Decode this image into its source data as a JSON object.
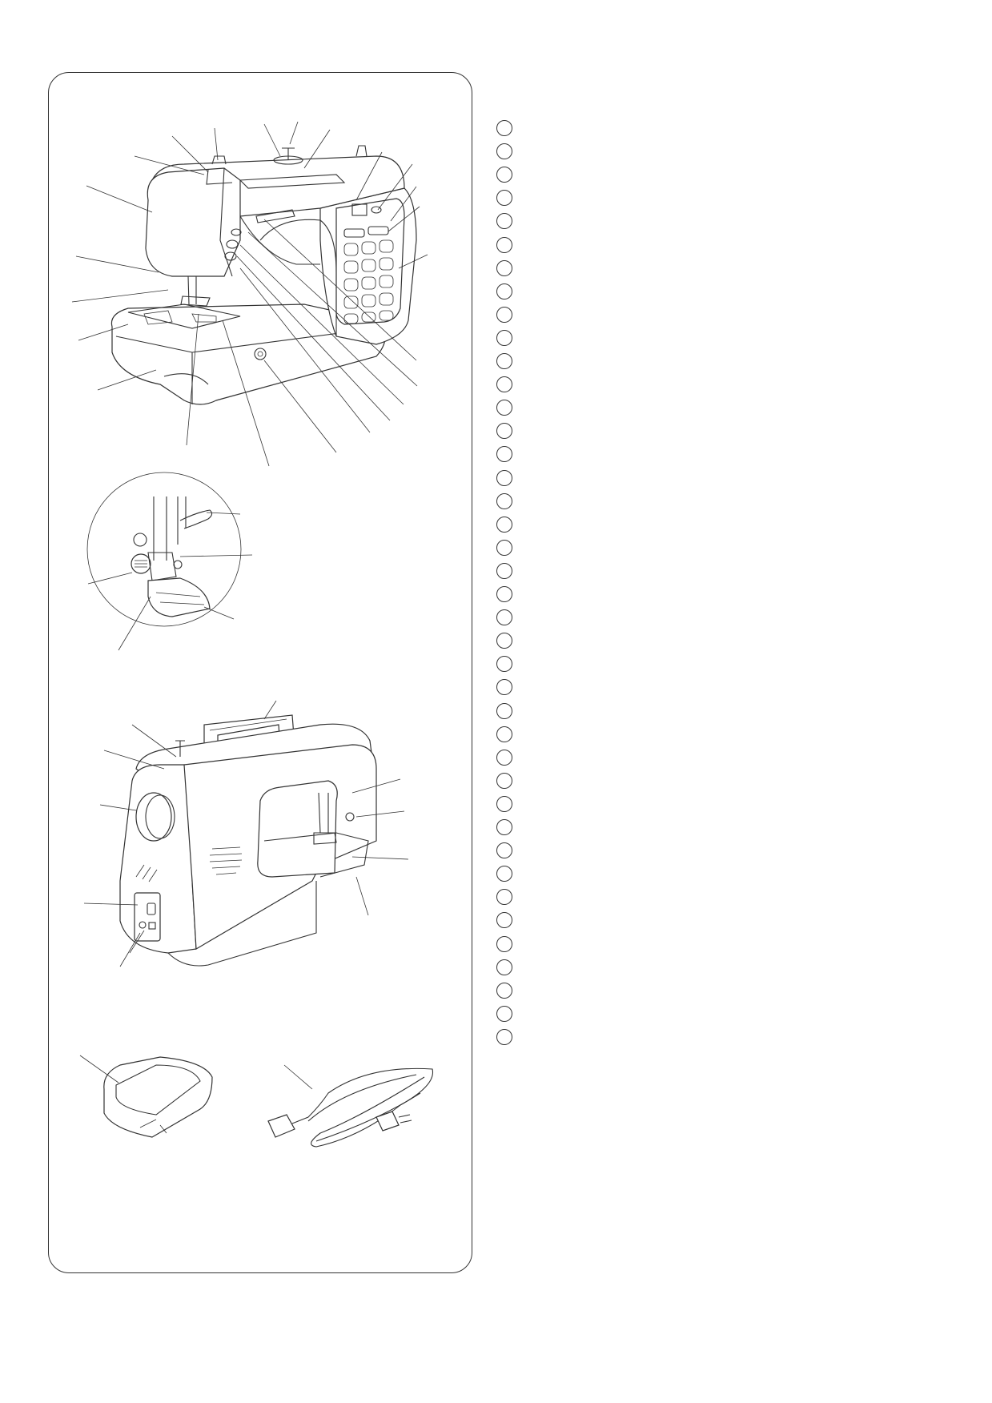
{
  "page": {
    "figure_panel_description_free": true,
    "marker_count": 40,
    "colors": {
      "ink": "#333333",
      "background": "#ffffff"
    }
  },
  "figures": {
    "front_view": {
      "icon": "sewing-machine-front-view"
    },
    "presser_foot_detail": {
      "icon": "presser-foot-closeup"
    },
    "rear_view": {
      "icon": "sewing-machine-rear-view"
    },
    "foot_control": {
      "icon": "foot-control-pedal"
    },
    "power_cord": {
      "icon": "power-supply-cord"
    }
  }
}
